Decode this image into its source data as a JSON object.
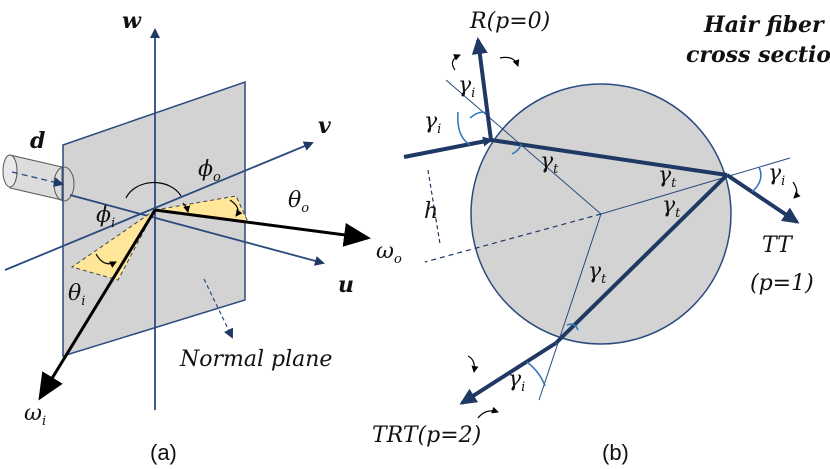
{
  "panel_a": {
    "caption": "(a)",
    "axes": {
      "w": "w",
      "v": "v",
      "u": "u"
    },
    "direction": "d",
    "phi_i": {
      "main": "ϕ",
      "sub": "i"
    },
    "phi_o": {
      "main": "ϕ",
      "sub": "o"
    },
    "theta_i": {
      "main": "θ",
      "sub": "i"
    },
    "theta_o": {
      "main": "θ",
      "sub": "o"
    },
    "omega_i": {
      "main": "ω",
      "sub": "i"
    },
    "omega_o": {
      "main": "ω",
      "sub": "o"
    },
    "normal_plane": "Normal plane"
  },
  "panel_b": {
    "caption": "(b)",
    "title_line1": "Hair fiber",
    "title_line2": "cross section",
    "r_label": "R(p=0)",
    "tt_label_line1": "TT",
    "tt_label_line2": "(p=1)",
    "trt_label": "TRT(p=2)",
    "h_label": "h",
    "gamma_i": {
      "main": "γ",
      "sub": "i"
    },
    "gamma_t": {
      "main": "γ",
      "sub": "t"
    }
  },
  "colors": {
    "plane_fill": "#d3d3d3",
    "plane_stroke": "#2b4a7e",
    "axis": "#2b4a7e",
    "ray": "#1f3864",
    "highlight": "#ffe699",
    "circle_fill": "#d3d3d3",
    "angle_arc": "#2e75b6"
  }
}
